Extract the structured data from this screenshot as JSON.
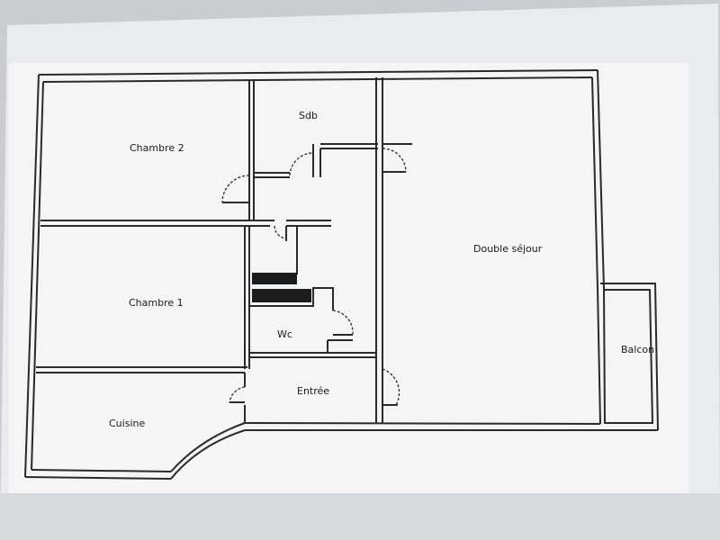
{
  "plan": {
    "rooms": [
      {
        "id": "chambre-2",
        "label": "Chambre 2"
      },
      {
        "id": "sdb",
        "label": "Sdb"
      },
      {
        "id": "double-sejour",
        "label": "Double séjour"
      },
      {
        "id": "chambre-1",
        "label": "Chambre 1"
      },
      {
        "id": "wc",
        "label": "Wc"
      },
      {
        "id": "balcon",
        "label": "Balcon"
      },
      {
        "id": "entree",
        "label": "Entrée"
      },
      {
        "id": "cuisine",
        "label": "Cuisine"
      }
    ]
  },
  "colors": {
    "wall": "#2a2a2a",
    "wall_fill": "#e6e9ec",
    "paper": "#f4f6f7",
    "sheet": "#eceff1",
    "closet": "#1c1c1c"
  }
}
